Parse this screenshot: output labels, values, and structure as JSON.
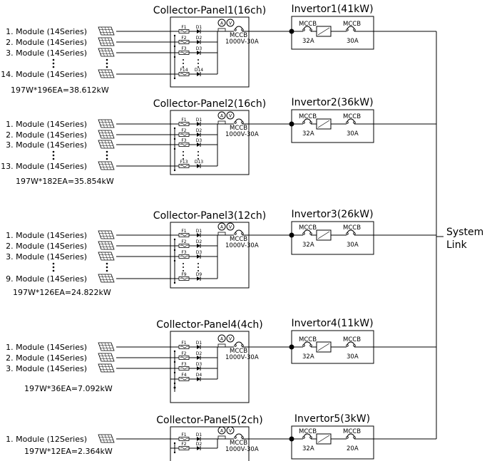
{
  "system_label": [
    "System",
    "Link"
  ],
  "sections": [
    {
      "panel_title": "Collector-Panel1(16ch)",
      "inverter_title": "Invertor1(41kW)",
      "module_labels": [
        "1. Module (14Series)",
        "2. Module (14Series)",
        "3. Module (14Series)",
        "14. Module (14Series)"
      ],
      "total": "197W*196EA=38.612kW",
      "fuses": [
        "F1",
        "F2",
        "F3",
        "F14"
      ],
      "diodes": [
        "D1",
        "D2",
        "D3",
        "D14"
      ],
      "mccb_label": "MCCB",
      "mccb_rating": "1000V-30A",
      "inv_in_mccb": "MCCB",
      "inv_in_rating": "32A",
      "inv_out_mccb": "MCCB",
      "inv_out_rating": "30A"
    },
    {
      "panel_title": "Collector-Panel2(16ch)",
      "inverter_title": "Invertor2(36kW)",
      "module_labels": [
        "1. Module (14Series)",
        "2. Module (14Series)",
        "3. Module (14Series)",
        "13. Module (14Series)"
      ],
      "total": "197W*182EA=35.854kW",
      "fuses": [
        "F1",
        "F2",
        "F3",
        "F13"
      ],
      "diodes": [
        "D1",
        "D2",
        "D3",
        "D13"
      ],
      "mccb_label": "MCCB",
      "mccb_rating": "1000V-30A",
      "inv_in_mccb": "MCCB",
      "inv_in_rating": "32A",
      "inv_out_mccb": "MCCB",
      "inv_out_rating": "30A"
    },
    {
      "panel_title": "Collector-Panel3(12ch)",
      "inverter_title": "Invertor3(26kW)",
      "module_labels": [
        "1. Module (14Series)",
        "2. Module (14Series)",
        "3. Module (14Series)",
        "9. Module (14Series)"
      ],
      "total": "197W*126EA=24.822kW",
      "fuses": [
        "F1",
        "F2",
        "F3",
        "F9"
      ],
      "diodes": [
        "D1",
        "D2",
        "D3",
        "D9"
      ],
      "mccb_label": "MCCB",
      "mccb_rating": "1000V-30A",
      "inv_in_mccb": "MCCB",
      "inv_in_rating": "32A",
      "inv_out_mccb": "MCCB",
      "inv_out_rating": "30A"
    },
    {
      "panel_title": "Collector-Panel4(4ch)",
      "inverter_title": "Invertor4(11kW)",
      "module_labels": [
        "1. Module (14Series)",
        "2. Module (14Series)",
        "3. Module (14Series)"
      ],
      "total": "197W*36EA=7.092kW",
      "fuses": [
        "F1",
        "F2",
        "F3",
        "F4"
      ],
      "diodes": [
        "D1",
        "D2",
        "D3",
        "D4"
      ],
      "mccb_label": "MCCB",
      "mccb_rating": "1000V-30A",
      "inv_in_mccb": "MCCB",
      "inv_in_rating": "32A",
      "inv_out_mccb": "MCCB",
      "inv_out_rating": "30A"
    },
    {
      "panel_title": "Collector-Panel5(2ch)",
      "inverter_title": "Invertor5(3kW)",
      "module_labels": [
        "1. Module (12Series)"
      ],
      "total": "197W*12EA=2.364kW",
      "fuses": [
        "F1",
        "F2"
      ],
      "diodes": [
        "D1",
        "D2"
      ],
      "mccb_label": "MCCB",
      "mccb_rating": "1000V-30A",
      "inv_in_mccb": "MCCB",
      "inv_in_rating": "32A",
      "inv_out_mccb": "MCCB",
      "inv_out_rating": "20A"
    }
  ]
}
